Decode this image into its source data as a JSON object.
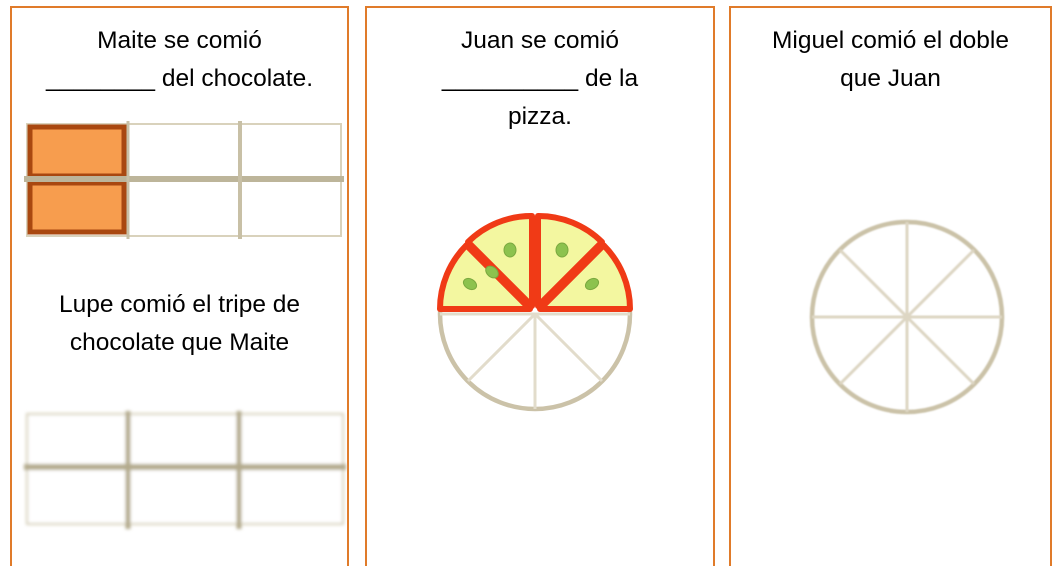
{
  "panels": [
    {
      "text_top": "Maite se comió\n________ del chocolate.",
      "text_bottom": "Lupe comió el tripe de\nchocolate que Maite"
    },
    {
      "text_top": "Juan se comió\n__________  de la\npizza."
    },
    {
      "text_top": "Miguel comió el doble\nque Juan"
    }
  ],
  "colors": {
    "border": "#e07b2a",
    "chocolate_fill": "#f79d4e",
    "chocolate_stroke": "#a94810",
    "grid_line": "#bdb59a",
    "pizza_crust": "#f03a16",
    "pizza_cheese": "#f3f7a0",
    "pizza_topping": "#8cc24e",
    "plate_line": "#cbc2a8"
  }
}
